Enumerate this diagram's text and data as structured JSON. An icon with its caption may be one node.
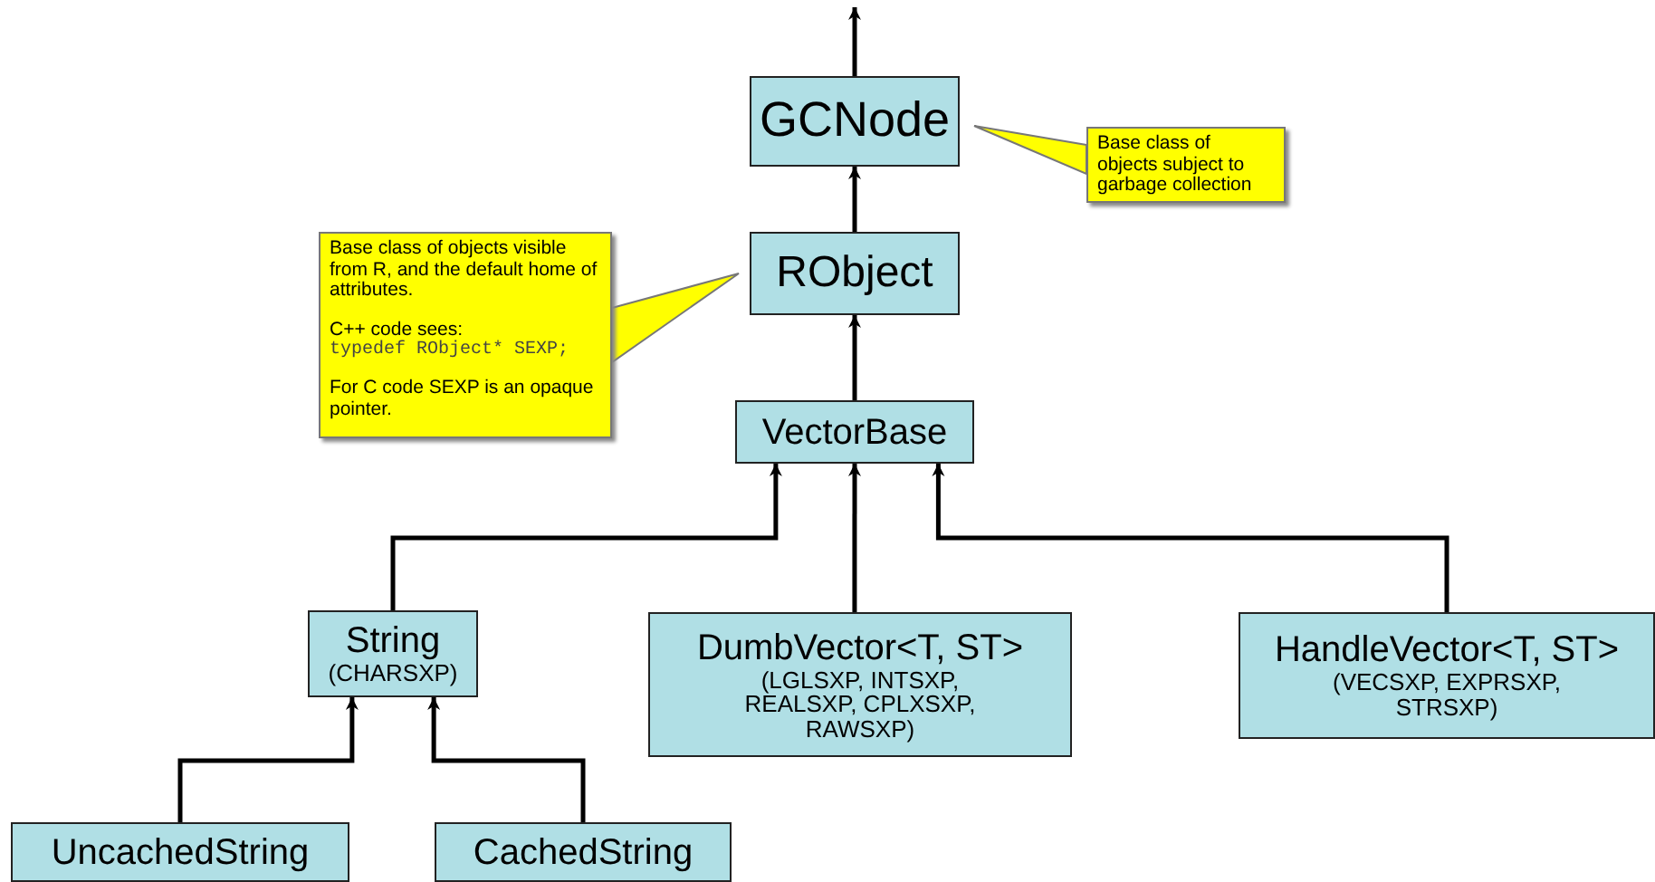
{
  "diagram": {
    "nodes": [
      {
        "text": [
          "GCNode"
        ]
      },
      {
        "text": [
          "Base class of objects subject to garbage collection"
        ]
      },
      {
        "text": [
          "RObject"
        ]
      },
      {
        "text": [
          "Base class of objects visible from R, and the default home of attributes.",
          "C++ code sees:",
          "typedef RObject* SEXP;",
          "For C code SEXP is an opaque pointer."
        ]
      },
      {
        "text": [
          "VectorBase"
        ]
      },
      {
        "text": [
          "String",
          "(CHARSXP)"
        ]
      },
      {
        "text": [
          "DumbVector<T, ST>",
          "(LGLSXP, INTSXP, REALSXP, CPLXSXP, RAWSXP)"
        ]
      },
      {
        "text": [
          "HandleVector<T, ST>",
          "(VECSXP, EXPRSXP, STRSXP)"
        ]
      },
      {
        "text": [
          "UncachedString"
        ]
      },
      {
        "text": [
          "CachedString"
        ]
      }
    ],
    "edges": [
      {
        "from": 0,
        "to": null,
        "arrow": "to"
      },
      {
        "from": 1,
        "to": 0,
        "arrow": "to"
      },
      {
        "from": 2,
        "to": 0,
        "arrow": "to"
      },
      {
        "from": 3,
        "to": 2,
        "arrow": "to"
      },
      {
        "from": 4,
        "to": 2,
        "arrow": "to"
      },
      {
        "from": 5,
        "to": 4,
        "arrow": "to"
      },
      {
        "from": 6,
        "to": 4,
        "arrow": "to"
      },
      {
        "from": 7,
        "to": 4,
        "arrow": "to"
      },
      {
        "from": 8,
        "to": 5,
        "arrow": "to"
      },
      {
        "from": 9,
        "to": 5,
        "arrow": "to"
      }
    ]
  }
}
